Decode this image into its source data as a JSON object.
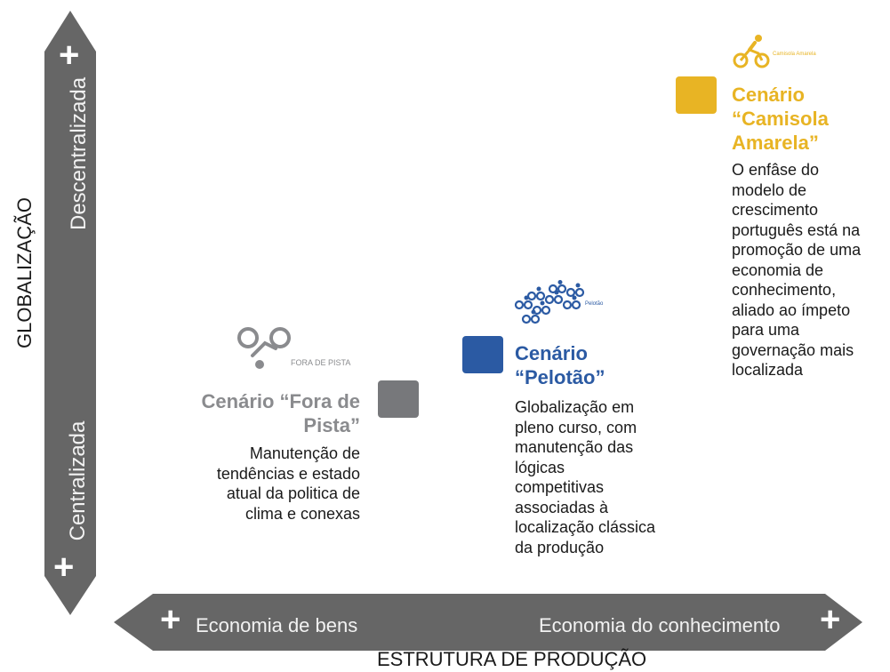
{
  "axes": {
    "y_title": "GLOBALIZAÇÃO",
    "y_top_label": "Descentralizada",
    "y_bottom_label": "Centralizada",
    "x_title": "ESTRUTURA DE PRODUÇÃO",
    "x_left_label": "Economia de bens",
    "x_right_label": "Economia do conhecimento",
    "plus": "+"
  },
  "colors": {
    "axis_arrow": "#666666",
    "fora_de_pista": "#77787b",
    "pelotao": "#2b5aa3",
    "camisola_amarela": "#e8b424"
  },
  "scenarios": {
    "fora_de_pista": {
      "logo_text": "FORA DE PISTA",
      "title_line1": "Cenário “Fora de",
      "title_line2": "Pista”",
      "description": [
        "Manutenção de",
        "tendências e estado",
        "atual da politica de",
        "clima e conexas"
      ]
    },
    "pelotao": {
      "logo_text": "Pelotão",
      "title_line1": "Cenário",
      "title_line2": "“Pelotão”",
      "description": [
        "Globalização em",
        "pleno curso, com",
        "manutenção das",
        "lógicas",
        "competitivas",
        "associadas à",
        "localização clássica",
        "da produção"
      ]
    },
    "camisola_amarela": {
      "logo_text": "Camisola Amarela",
      "title_line1": "Cenário",
      "title_line2": "“Camisola",
      "title_line3": "Amarela”",
      "description": [
        "O enfâse do",
        "modelo de",
        "crescimento",
        "português está na",
        "promoção de uma",
        "economia de",
        "conhecimento,",
        "aliado ao ímpeto",
        "para uma",
        "governação mais",
        "localizada"
      ]
    }
  }
}
